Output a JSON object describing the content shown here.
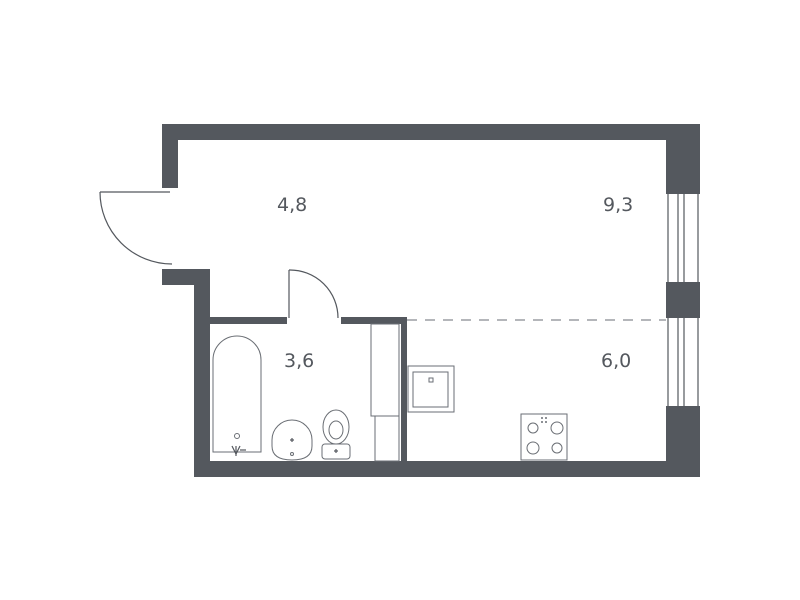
{
  "plan": {
    "wall_color": "#54585e",
    "rooms": [
      {
        "id": "hallway",
        "area": "4,8"
      },
      {
        "id": "living-room",
        "area": "9,3"
      },
      {
        "id": "bathroom",
        "area": "3,6"
      },
      {
        "id": "kitchen",
        "area": "6,0"
      }
    ]
  }
}
